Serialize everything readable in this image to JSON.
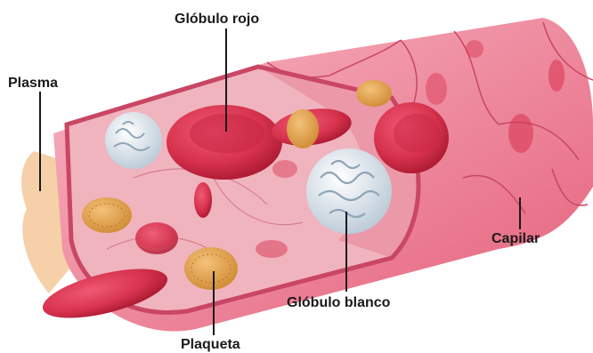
{
  "labels": {
    "red_blood_cell": "Glóbulo rojo",
    "plasma": "Plasma",
    "capillary": "Capilar",
    "white_blood_cell": "Glóbulo blanco",
    "platelet": "Plaqueta"
  },
  "colors": {
    "vessel_wall": "#e8637e",
    "vessel_light": "#f4a3b3",
    "vessel_inner": "#f0b4be",
    "red_cell": "#d8334f",
    "red_cell_dark": "#b81d3a",
    "white_cell": "#dfe8ef",
    "platelet": "#e2a04a",
    "plasma": "#f5c899",
    "leader": "#1a1a1a"
  }
}
